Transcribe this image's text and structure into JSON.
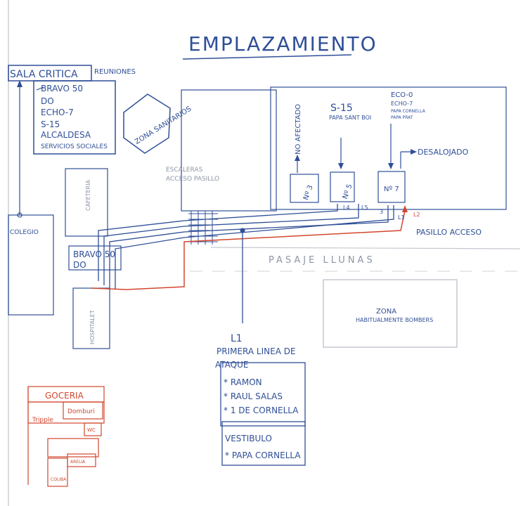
{
  "title": "EMPLAZAMIENTO",
  "sala_critica": {
    "heading": "SALA CRITICA",
    "side_label": "REUNIONES",
    "items": [
      "BRAVO 50",
      "DO",
      "ECHO-7",
      "S-15",
      "ALCALDESA",
      "SERVICIOS SOCIALES"
    ]
  },
  "zona_sanitarios": "ZONA SANITARIOS",
  "colegio": "COLEGIO",
  "escaleras": [
    "ESCALERAS",
    "ACCESO PASILLO"
  ],
  "bravo_box": [
    "BRAVO 50",
    "DO"
  ],
  "hospitalet": "HOSPITALET",
  "cafeteria": "CAFETERIA",
  "units": [
    {
      "top": "NO AFECTADO",
      "box": "Nº 3"
    },
    {
      "top": "S-15",
      "sub": "PAPA SANT BOI",
      "box": "Nº 5"
    },
    {
      "top": "ECO-0",
      "sub": [
        "ECHO-7",
        "PAPA CORNELLA",
        "PAPA PRAT"
      ],
      "box": "Nº 7"
    }
  ],
  "desalojado": "DESALOJADO",
  "line_labels": [
    "L4",
    "L5",
    "3",
    "L1",
    "L2"
  ],
  "pasillo": "PASILLO ACCESO",
  "pasaje": "PASAJE LLUNAS",
  "zona_bomberos": [
    "ZONA",
    "HABITUALMENTE BOMBERS"
  ],
  "l1": "L1",
  "primera_linea": [
    "PRIMERA LINEA DE",
    "ATAQUE"
  ],
  "attack_team": [
    "* RAMON",
    "* RAUL SALAS",
    "* 1 DE CORNELLA"
  ],
  "vestibulo": {
    "heading": "VESTIBULO",
    "item": "* PAPA CORNELLA"
  },
  "red_sketch": [
    "GOCERIA",
    "Tripple",
    "Domburi",
    "WC",
    "ARELIA",
    "COLIBA"
  ],
  "colors": {
    "board": "#ffffff",
    "marker_blue": "#2f4f97",
    "marker_red": "#d2472e",
    "marker_faint": "#8e96a6"
  }
}
